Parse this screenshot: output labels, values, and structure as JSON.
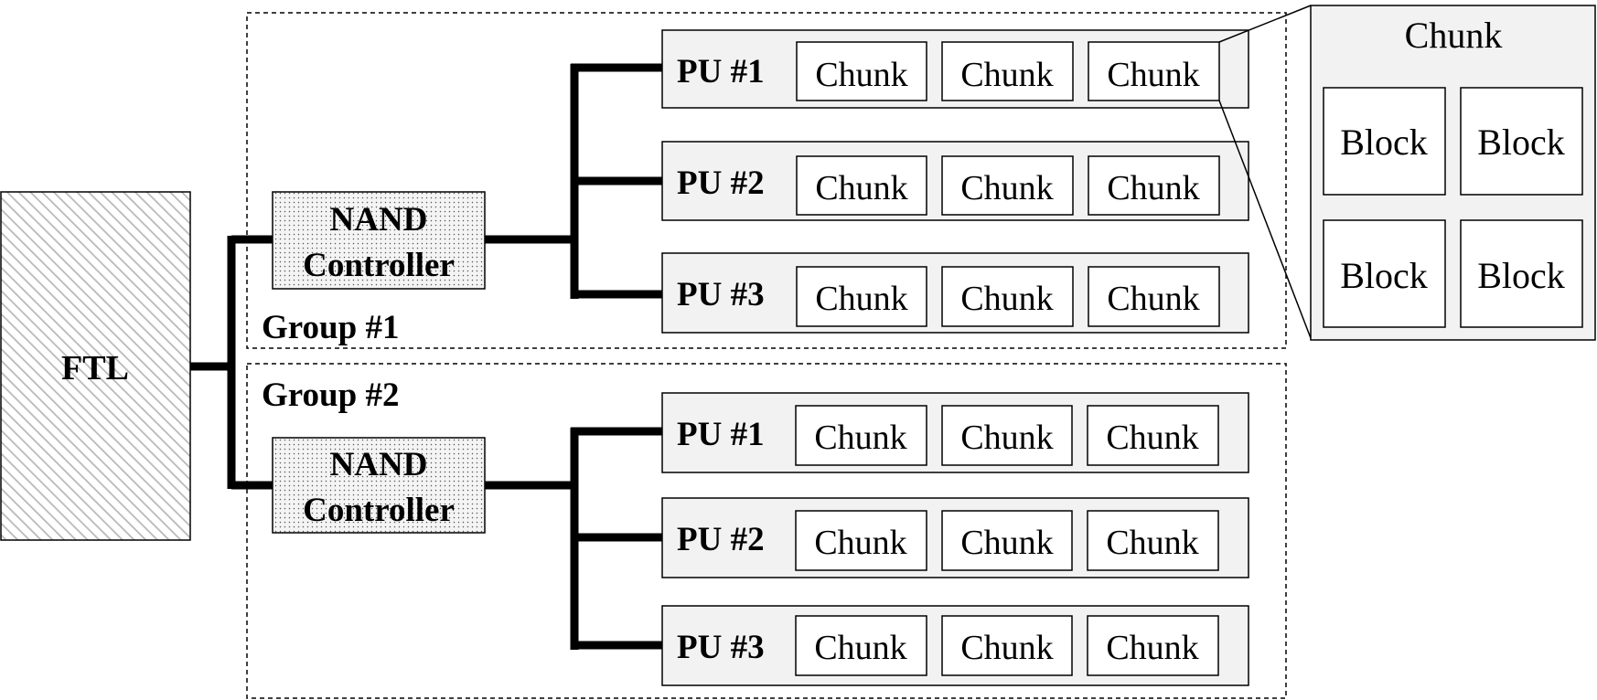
{
  "ftl": {
    "label": "FTL"
  },
  "groups": [
    {
      "label": "Group #1",
      "controller": {
        "line1": "NAND",
        "line2": "Controller"
      },
      "pus": [
        {
          "label": "PU #1",
          "chunks": [
            "Chunk",
            "Chunk",
            "Chunk"
          ]
        },
        {
          "label": "PU #2",
          "chunks": [
            "Chunk",
            "Chunk",
            "Chunk"
          ]
        },
        {
          "label": "PU #3",
          "chunks": [
            "Chunk",
            "Chunk",
            "Chunk"
          ]
        }
      ]
    },
    {
      "label": "Group #2",
      "controller": {
        "line1": "NAND",
        "line2": "Controller"
      },
      "pus": [
        {
          "label": "PU #1",
          "chunks": [
            "Chunk",
            "Chunk",
            "Chunk"
          ]
        },
        {
          "label": "PU #2",
          "chunks": [
            "Chunk",
            "Chunk",
            "Chunk"
          ]
        },
        {
          "label": "PU #3",
          "chunks": [
            "Chunk",
            "Chunk",
            "Chunk"
          ]
        }
      ]
    }
  ],
  "zoom": {
    "title": "Chunk",
    "blocks": [
      "Block",
      "Block",
      "Block",
      "Block"
    ]
  },
  "colors": {
    "pu_fill": "#f2f2f2",
    "zoom_fill": "#f2f2f2",
    "line": "#000000"
  }
}
